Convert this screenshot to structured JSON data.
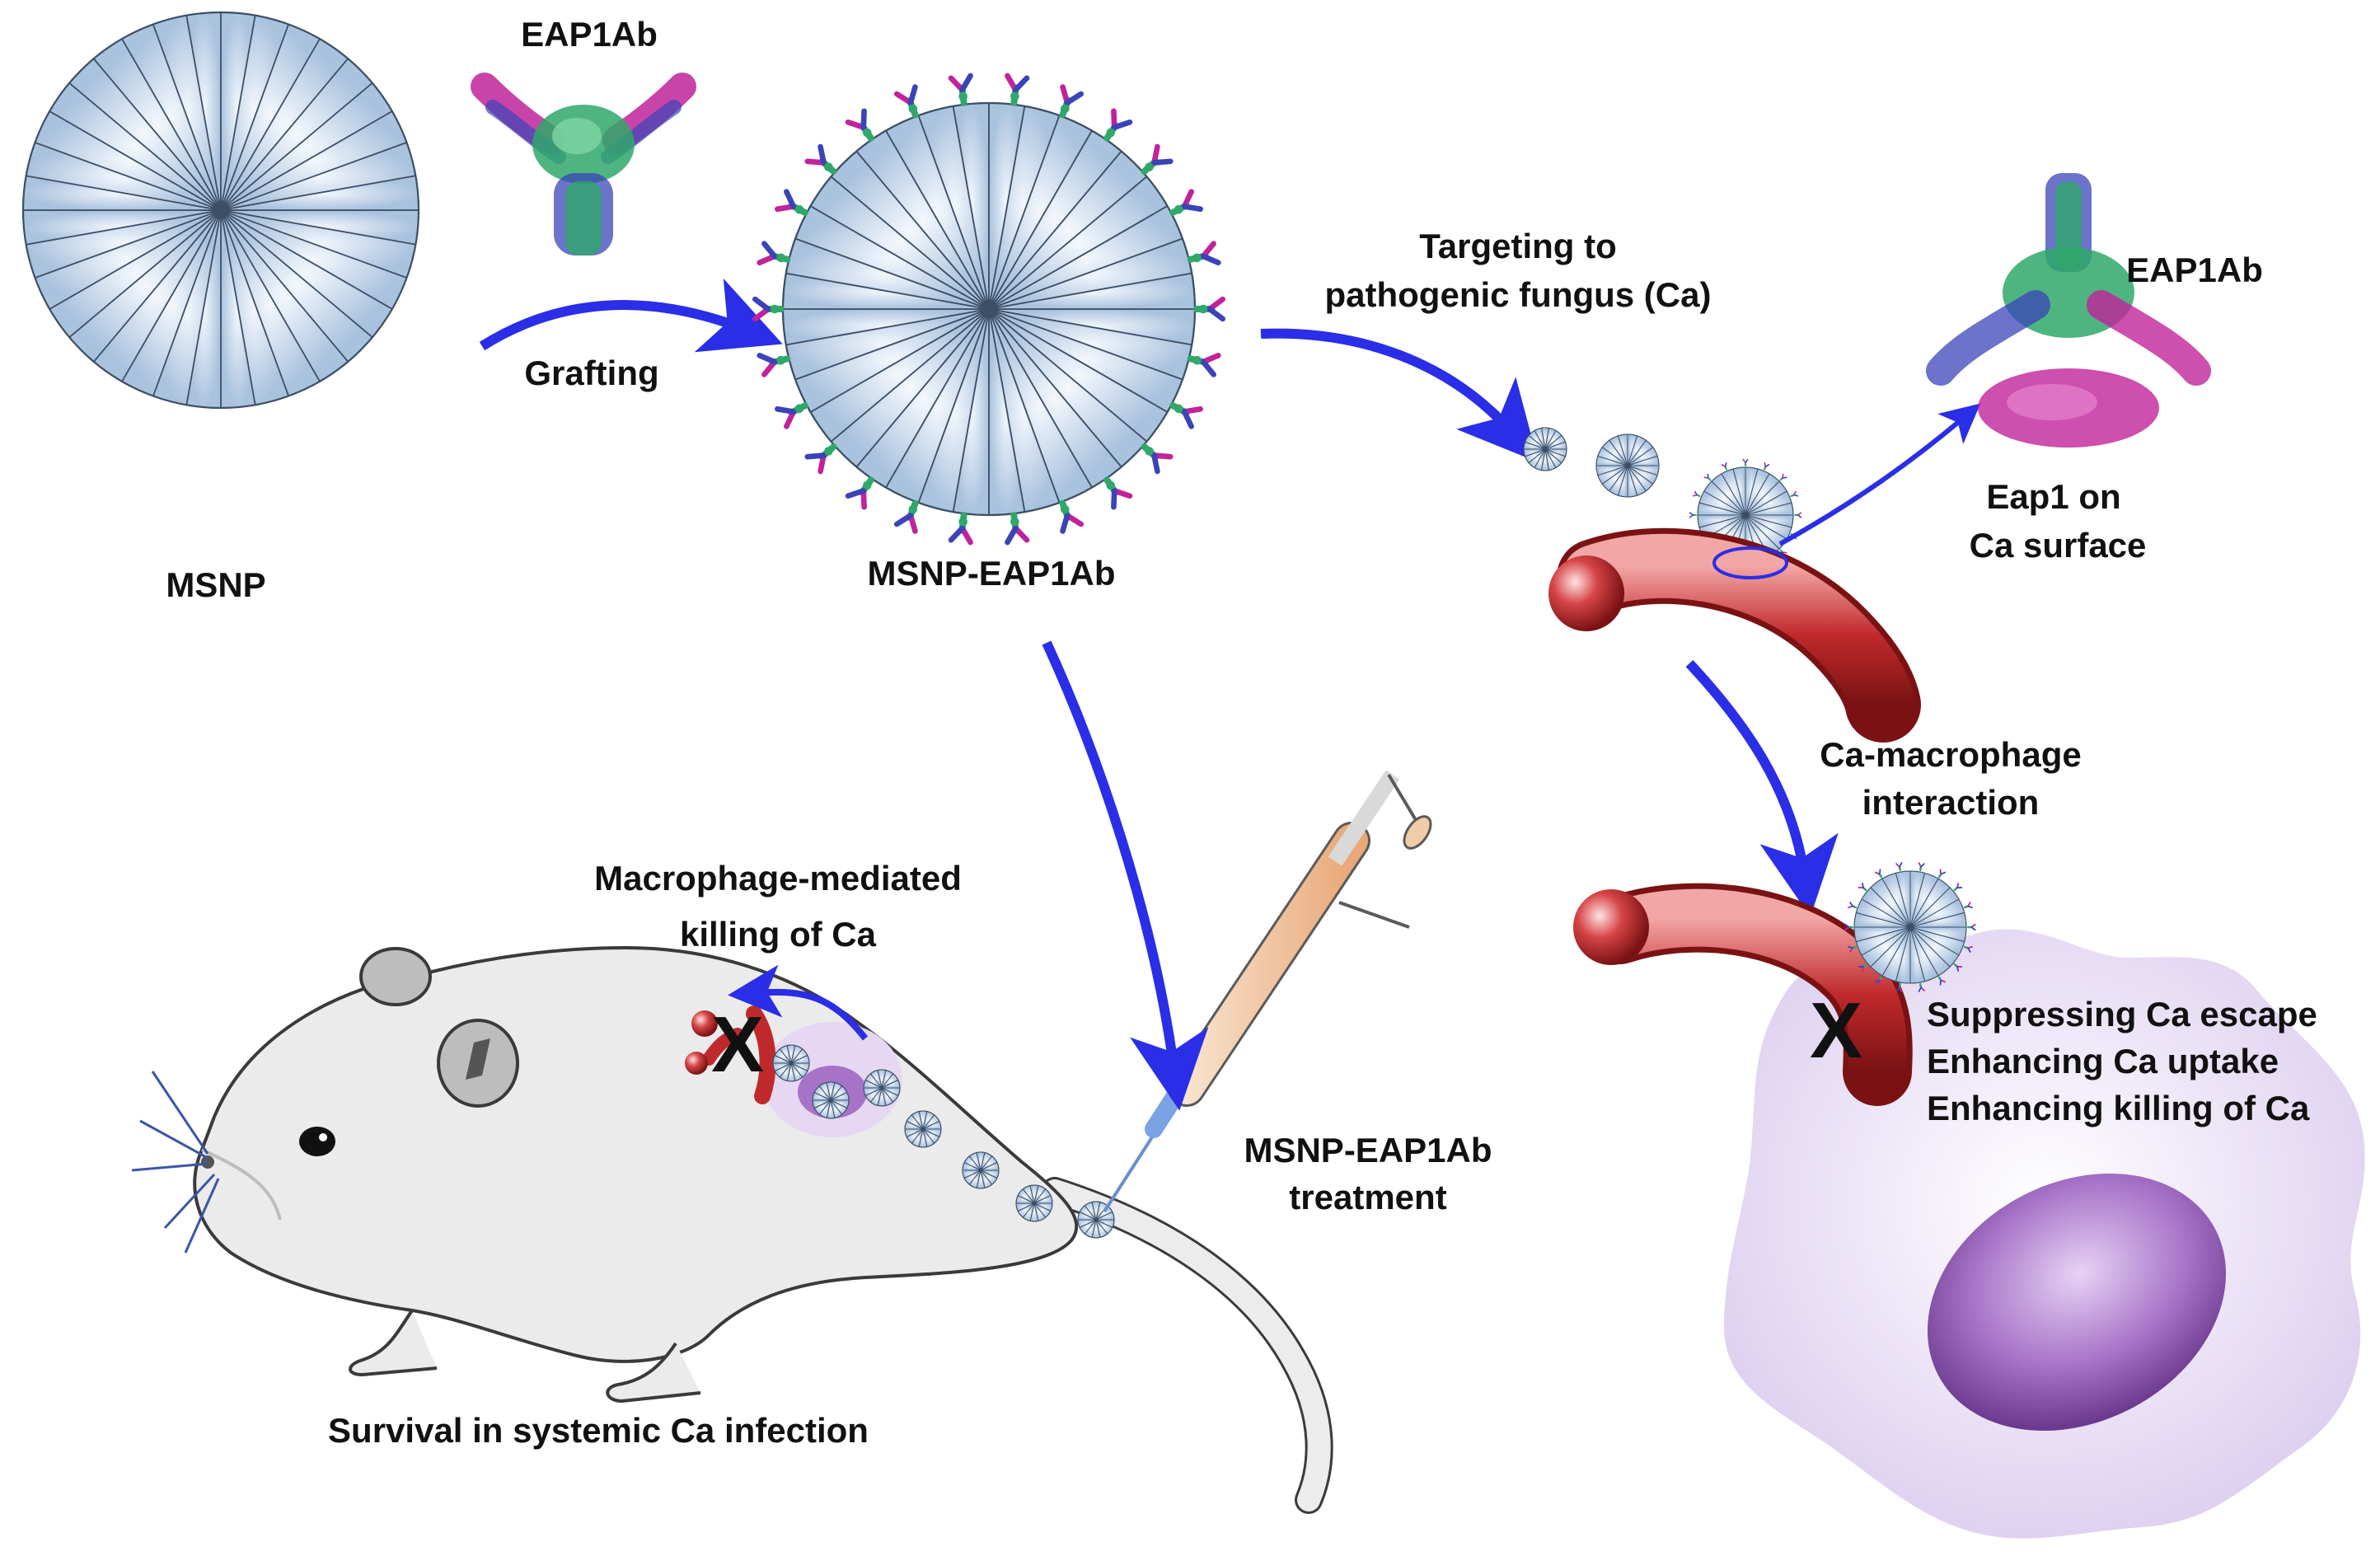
{
  "labels": {
    "eap1ab_top": "EAP1Ab",
    "grafting": "Grafting",
    "msnp": "MSNP",
    "msnp_eap1ab": "MSNP-EAP1Ab",
    "targeting_line1": "Targeting to",
    "targeting_line2": "pathogenic fungus (Ca)",
    "eap1ab_right": "EAP1Ab",
    "eap1_line1": "Eap1 on",
    "eap1_line2": "Ca surface",
    "interaction_line1": "Ca-macrophage",
    "interaction_line2": "interaction",
    "effect_1": "Suppressing Ca escape",
    "effect_2": "Enhancing Ca uptake",
    "effect_3": "Enhancing killing of Ca",
    "killing_line1": "Macrophage-mediated",
    "killing_line2": "killing of Ca",
    "treatment_line1": "MSNP-EAP1Ab",
    "treatment_line2": "treatment",
    "survival": "Survival in systemic Ca infection",
    "x_mark": "X"
  },
  "colors": {
    "arrow": "#2a2ee6",
    "msnp_blade": "#c9d9ec",
    "msnp_edge": "#3d4f66",
    "fungus": "#c0292b",
    "macrophage": "#eadff3",
    "nucleus": "#9a64c0",
    "antibody_green": "#2fa86a",
    "antibody_magenta": "#c0239a",
    "antibody_blue": "#3a44b8"
  },
  "icons": {
    "antibody": "antibody-icon",
    "nanoparticle": "nanoparticle-icon",
    "fungus": "fungus-hypha-icon",
    "macrophage": "macrophage-icon",
    "mouse": "mouse-icon",
    "syringe": "syringe-icon"
  }
}
